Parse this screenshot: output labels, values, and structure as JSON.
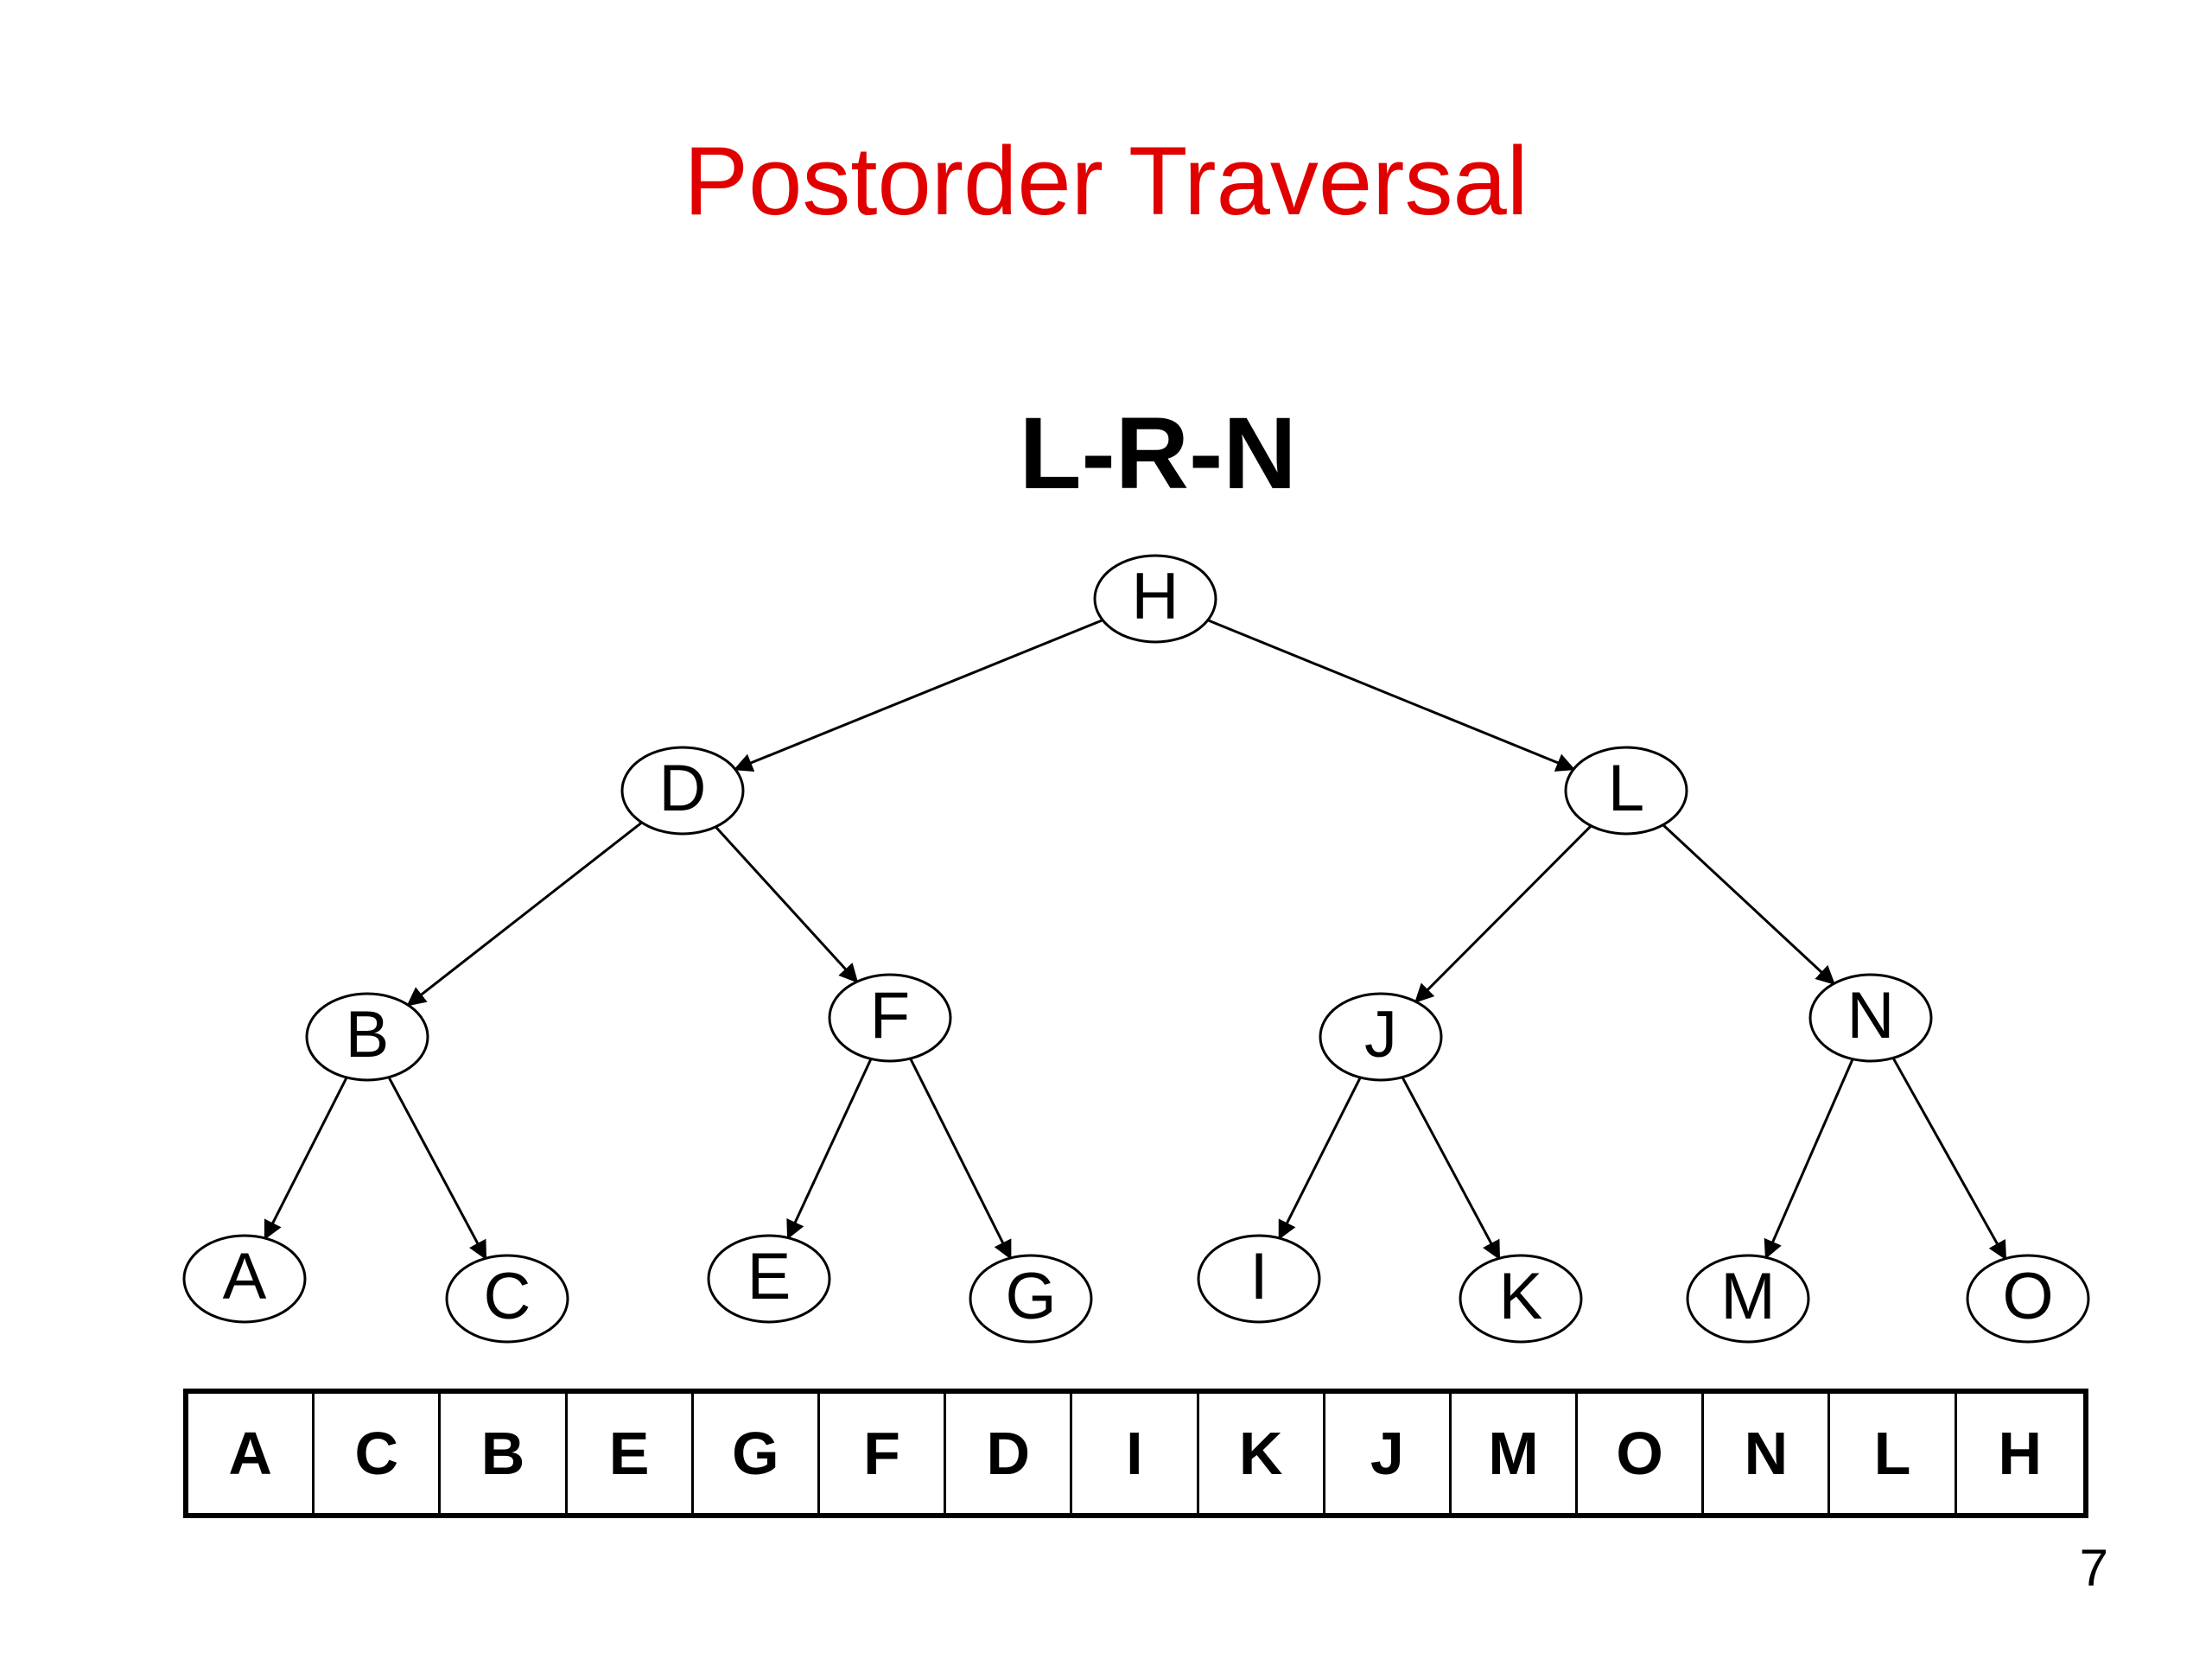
{
  "title": "Postorder Traversal",
  "subtitle": "L-R-N",
  "colors": {
    "title": "#e00000",
    "stroke": "#000000",
    "background": "#ffffff"
  },
  "tree": {
    "nodes": [
      "H",
      "D",
      "L",
      "B",
      "F",
      "J",
      "N",
      "A",
      "C",
      "E",
      "G",
      "I",
      "K",
      "M",
      "O"
    ],
    "edges": [
      [
        "H",
        "D"
      ],
      [
        "H",
        "L"
      ],
      [
        "D",
        "B"
      ],
      [
        "D",
        "F"
      ],
      [
        "L",
        "J"
      ],
      [
        "L",
        "N"
      ],
      [
        "B",
        "A"
      ],
      [
        "B",
        "C"
      ],
      [
        "F",
        "E"
      ],
      [
        "F",
        "G"
      ],
      [
        "J",
        "I"
      ],
      [
        "J",
        "K"
      ],
      [
        "N",
        "M"
      ],
      [
        "N",
        "O"
      ]
    ]
  },
  "sequence": [
    "A",
    "C",
    "B",
    "E",
    "G",
    "F",
    "D",
    "I",
    "K",
    "J",
    "M",
    "O",
    "N",
    "L",
    "H"
  ],
  "page_number": "7"
}
